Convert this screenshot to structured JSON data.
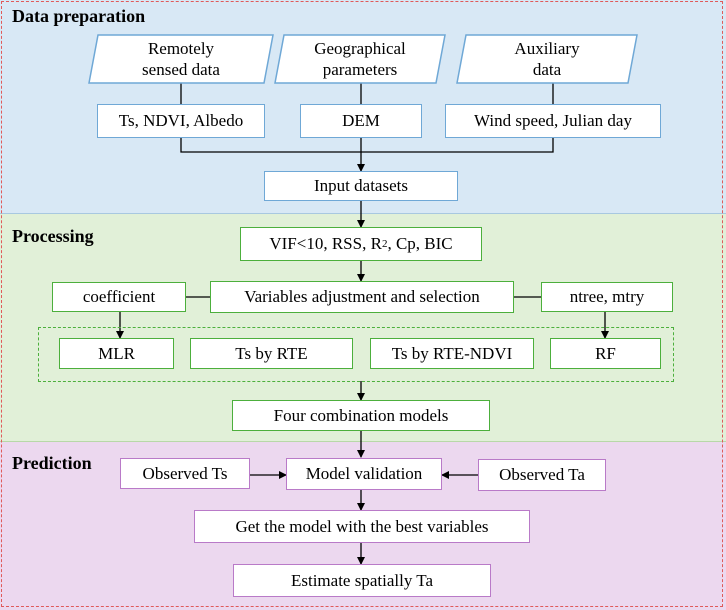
{
  "sections": {
    "prep": "Data preparation",
    "proc": "Processing",
    "pred": "Prediction"
  },
  "sources": {
    "remote": "Remotely\nsensed data",
    "geo": "Geographical\nparameters",
    "aux": "Auxiliary\ndata"
  },
  "vars": {
    "remote": "Ts, NDVI, Albedo",
    "geo": "DEM",
    "aux": "Wind speed, Julian day"
  },
  "input": "Input datasets",
  "criteria": {
    "prefix": "VIF<10, RSS, R",
    "sup": "2",
    "suffix": ", Cp, BIC"
  },
  "coefficient": "coefficient",
  "adjust": "Variables adjustment and selection",
  "ntree": "ntree, mtry",
  "models": {
    "mlr": "MLR",
    "rte": "Ts by RTE",
    "rtendvi": "Ts by RTE-NDVI",
    "rf": "RF"
  },
  "combo": "Four combination models",
  "observed_ts": "Observed Ts",
  "validation": "Model validation",
  "observed_ta": "Observed Ta",
  "best": "Get the model with the best variables",
  "estimate": "Estimate spatially Ta",
  "colors": {
    "prep_bg": "#d8e8f5",
    "proc_bg": "#e1f0d8",
    "pred_bg": "#ecd8ef",
    "blue_border": "#6fa8d6",
    "green_border": "#4caf3c",
    "purple_border": "#b97ac8",
    "frame": "#e05a5a"
  }
}
